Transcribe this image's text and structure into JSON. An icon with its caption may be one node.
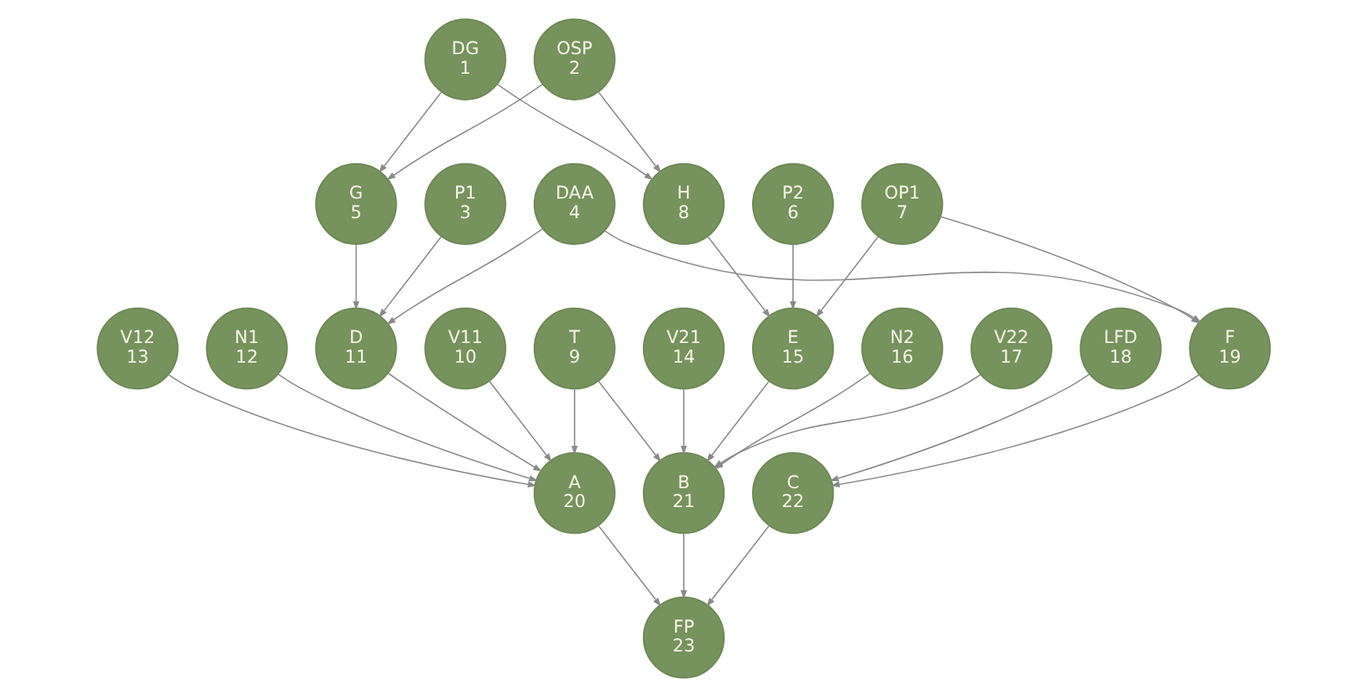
{
  "diagram": {
    "nodes": [
      {
        "text": [
          "DG",
          "1"
        ]
      },
      {
        "text": [
          "OSP",
          "2"
        ]
      },
      {
        "text": [
          "G",
          "5"
        ]
      },
      {
        "text": [
          "P1",
          "3"
        ]
      },
      {
        "text": [
          "DAA",
          "4"
        ]
      },
      {
        "text": [
          "H",
          "8"
        ]
      },
      {
        "text": [
          "P2",
          "6"
        ]
      },
      {
        "text": [
          "OP1",
          "7"
        ]
      },
      {
        "text": [
          "V12",
          "13"
        ]
      },
      {
        "text": [
          "N1",
          "12"
        ]
      },
      {
        "text": [
          "D",
          "11"
        ]
      },
      {
        "text": [
          "V11",
          "10"
        ]
      },
      {
        "text": [
          "T",
          "9"
        ]
      },
      {
        "text": [
          "V21",
          "14"
        ]
      },
      {
        "text": [
          "E",
          "15"
        ]
      },
      {
        "text": [
          "N2",
          "16"
        ]
      },
      {
        "text": [
          "V22",
          "17"
        ]
      },
      {
        "text": [
          "LFD",
          "18"
        ]
      },
      {
        "text": [
          "F",
          "19"
        ]
      },
      {
        "text": [
          "A",
          "20"
        ]
      },
      {
        "text": [
          "B",
          "21"
        ]
      },
      {
        "text": [
          "C",
          "22"
        ]
      },
      {
        "text": [
          "FP",
          "23"
        ]
      }
    ],
    "edges": [
      {
        "from": 0,
        "to": 2,
        "arrow": "to"
      },
      {
        "from": 0,
        "to": 5,
        "arrow": "to"
      },
      {
        "from": 1,
        "to": 2,
        "arrow": "to"
      },
      {
        "from": 1,
        "to": 5,
        "arrow": "to"
      },
      {
        "from": 2,
        "to": 10,
        "arrow": "to"
      },
      {
        "from": 3,
        "to": 10,
        "arrow": "to"
      },
      {
        "from": 4,
        "to": 10,
        "arrow": "to"
      },
      {
        "from": 4,
        "to": 18,
        "arrow": "to"
      },
      {
        "from": 5,
        "to": 14,
        "arrow": "to"
      },
      {
        "from": 6,
        "to": 14,
        "arrow": "to"
      },
      {
        "from": 7,
        "to": 14,
        "arrow": "to"
      },
      {
        "from": 7,
        "to": 18,
        "arrow": "to"
      },
      {
        "from": 8,
        "to": 19,
        "arrow": "to"
      },
      {
        "from": 9,
        "to": 19,
        "arrow": "to"
      },
      {
        "from": 10,
        "to": 19,
        "arrow": "to"
      },
      {
        "from": 11,
        "to": 19,
        "arrow": "to"
      },
      {
        "from": 12,
        "to": 19,
        "arrow": "to"
      },
      {
        "from": 12,
        "to": 20,
        "arrow": "to"
      },
      {
        "from": 13,
        "to": 20,
        "arrow": "to"
      },
      {
        "from": 14,
        "to": 20,
        "arrow": "to"
      },
      {
        "from": 15,
        "to": 20,
        "arrow": "to"
      },
      {
        "from": 16,
        "to": 20,
        "arrow": "to"
      },
      {
        "from": 17,
        "to": 21,
        "arrow": "to"
      },
      {
        "from": 18,
        "to": 21,
        "arrow": "to"
      },
      {
        "from": 19,
        "to": 22,
        "arrow": "to"
      },
      {
        "from": 20,
        "to": 22,
        "arrow": "to"
      },
      {
        "from": 21,
        "to": 22,
        "arrow": "to"
      }
    ]
  }
}
